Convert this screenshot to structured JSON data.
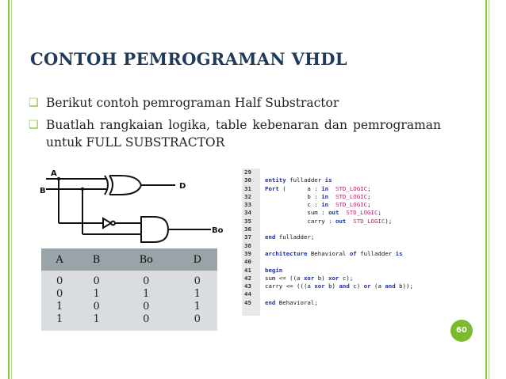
{
  "slide": {
    "title": "CONTOH PEMROGRAMAN VHDL",
    "bullets": [
      "Berikut contoh pemrograman Half Substractor",
      "Buatlah rangkaian logika, table kebenaran dan pemrograman untuk FULL SUBSTRACTOR"
    ],
    "page_number": "60",
    "accent_color": "#8cc63f"
  },
  "circuit": {
    "labels": {
      "a": "A",
      "b": "B",
      "d": "D",
      "bo": "Bo"
    }
  },
  "truth_table": {
    "headers": [
      "A",
      "B",
      "Bo",
      "D"
    ],
    "rows": [
      [
        "0",
        "0",
        "0",
        "0"
      ],
      [
        "0",
        "1",
        "1",
        "1"
      ],
      [
        "1",
        "0",
        "0",
        "1"
      ],
      [
        "1",
        "1",
        "0",
        "0"
      ]
    ]
  },
  "code": {
    "lines": [
      {
        "n": "29",
        "t": ""
      },
      {
        "n": "30",
        "t": "entity fulladder is"
      },
      {
        "n": "31",
        "t": "Port (      a : in  STD_LOGIC;"
      },
      {
        "n": "32",
        "t": "            b : in  STD_LOGIC;"
      },
      {
        "n": "33",
        "t": "            c : in  STD_LOGIC;"
      },
      {
        "n": "34",
        "t": "            sum : out  STD_LOGIC;"
      },
      {
        "n": "35",
        "t": "            carry : out  STD_LOGIC);"
      },
      {
        "n": "36",
        "t": ""
      },
      {
        "n": "37",
        "t": "end fulladder;"
      },
      {
        "n": "38",
        "t": ""
      },
      {
        "n": "39",
        "t": "architecture Behavioral of fulladder is"
      },
      {
        "n": "40",
        "t": ""
      },
      {
        "n": "41",
        "t": "begin"
      },
      {
        "n": "42",
        "t": "sum <= ((a xor b) xor c);"
      },
      {
        "n": "43",
        "t": "carry <= (((a xor b) and c) or (a and b));"
      },
      {
        "n": "44",
        "t": ""
      },
      {
        "n": "45",
        "t": "end Behavioral;"
      }
    ]
  }
}
